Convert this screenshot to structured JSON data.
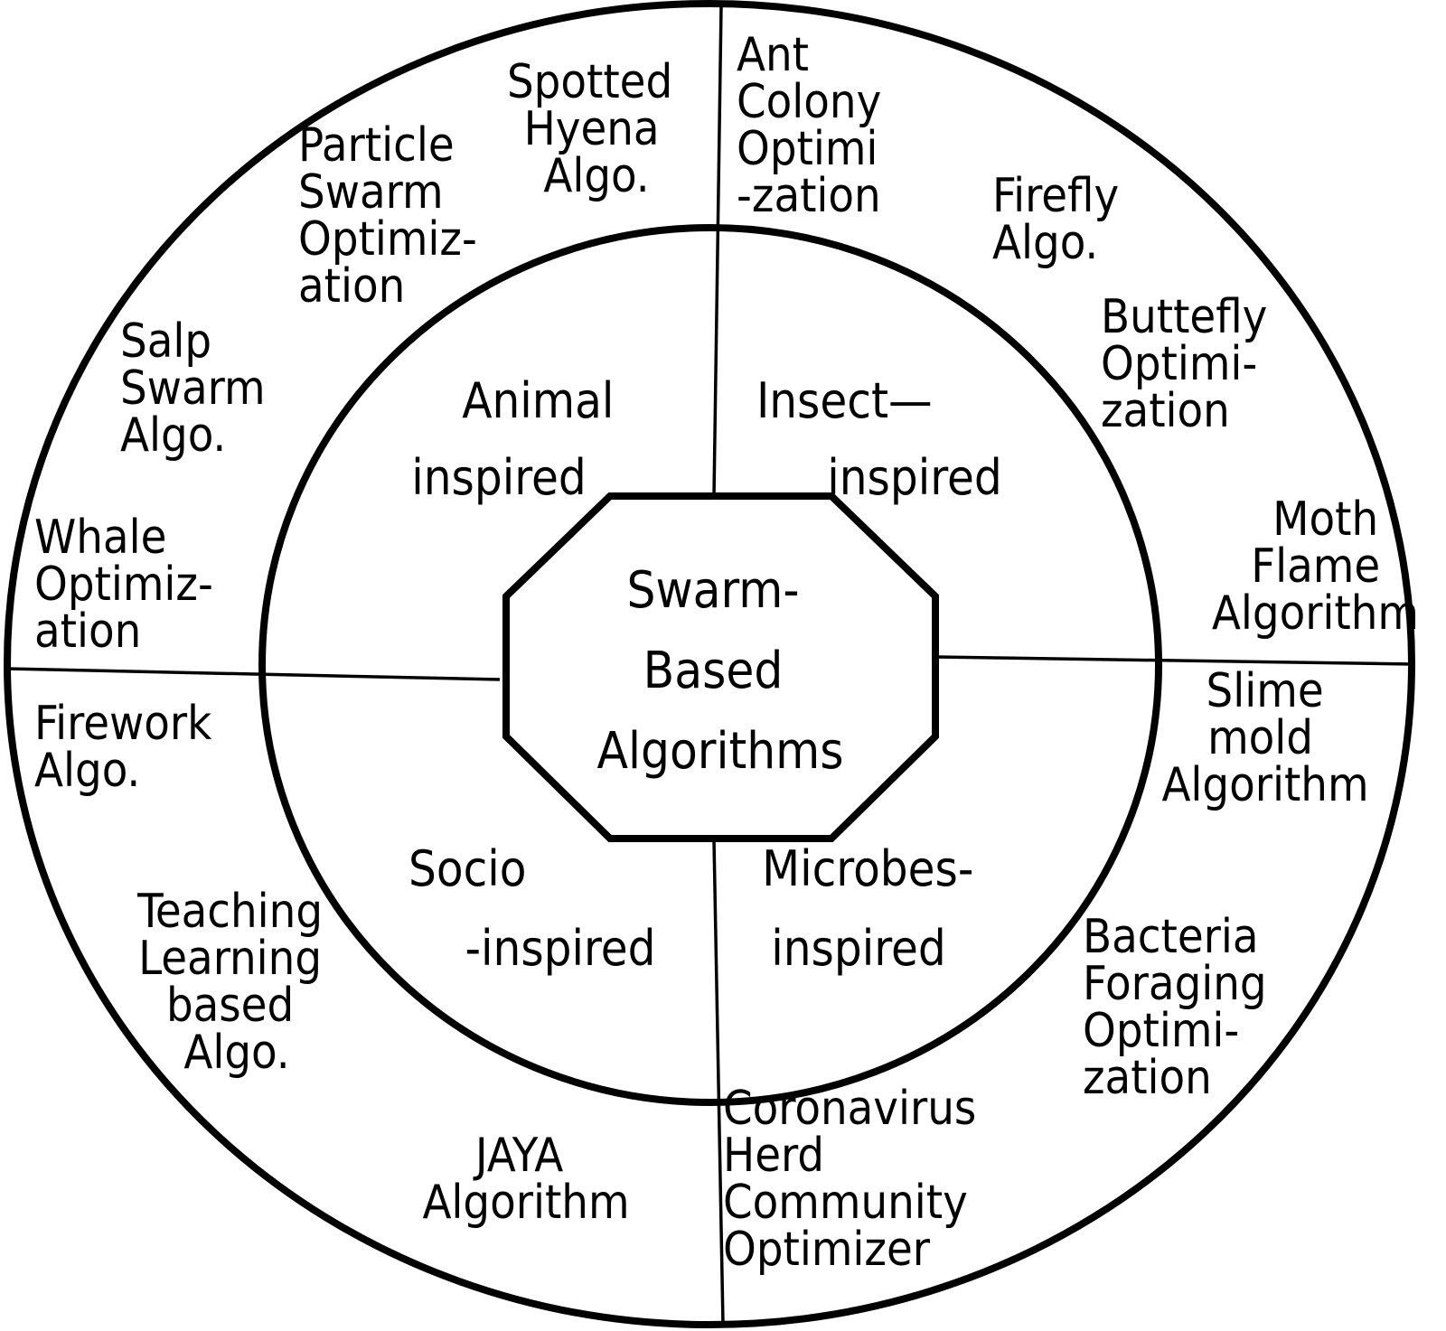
{
  "center": {
    "lines": [
      "Swarm-",
      "Based",
      "Algorithms"
    ]
  },
  "categories": [
    {
      "id": "animal",
      "lines": [
        "Animal",
        "inspired"
      ]
    },
    {
      "id": "insect",
      "lines": [
        "Insect—",
        "inspired"
      ]
    },
    {
      "id": "socio",
      "lines": [
        "Socio",
        "-inspired"
      ]
    },
    {
      "id": "microbes",
      "lines": [
        "Microbes-",
        "inspired"
      ]
    }
  ],
  "algorithms": {
    "animal": [
      {
        "id": "spotted-hyena",
        "lines": [
          "Spotted",
          "Hyena",
          "Algo."
        ]
      },
      {
        "id": "particle-swarm",
        "lines": [
          "Particle",
          "Swarm",
          "Optimiz-",
          "ation"
        ]
      },
      {
        "id": "salp-swarm",
        "lines": [
          "Salp",
          "Swarm",
          "Algo."
        ]
      },
      {
        "id": "whale",
        "lines": [
          "Whale",
          "Optimiz-",
          "ation"
        ]
      }
    ],
    "insect": [
      {
        "id": "ant-colony",
        "lines": [
          "Ant",
          "Colony",
          "Optimi",
          "-zation"
        ]
      },
      {
        "id": "firefly",
        "lines": [
          "Firefly",
          "Algo."
        ]
      },
      {
        "id": "butterfly",
        "lines": [
          "Buttefly",
          "Optimi-",
          "zation"
        ]
      },
      {
        "id": "moth-flame",
        "lines": [
          "Moth",
          "Flame",
          "Algorithm"
        ]
      }
    ],
    "socio": [
      {
        "id": "firework",
        "lines": [
          "Firework",
          "Algo."
        ]
      },
      {
        "id": "teaching-learning",
        "lines": [
          "Teaching",
          "Learning",
          "based",
          "Algo."
        ]
      },
      {
        "id": "jaya",
        "lines": [
          "JAYA",
          "Algorithm"
        ]
      }
    ],
    "microbes": [
      {
        "id": "slime-mold",
        "lines": [
          "Slime",
          "mold",
          "Algorithm"
        ]
      },
      {
        "id": "bacteria-foraging",
        "lines": [
          "Bacteria",
          "Foraging",
          "Optimi-",
          "zation"
        ]
      },
      {
        "id": "coronavirus-herd",
        "lines": [
          "Coronavirus",
          "Herd",
          "Community",
          "Optimizer"
        ]
      }
    ]
  },
  "colors": {
    "stroke": "#000000",
    "background": "#ffffff",
    "text": "#000000"
  }
}
